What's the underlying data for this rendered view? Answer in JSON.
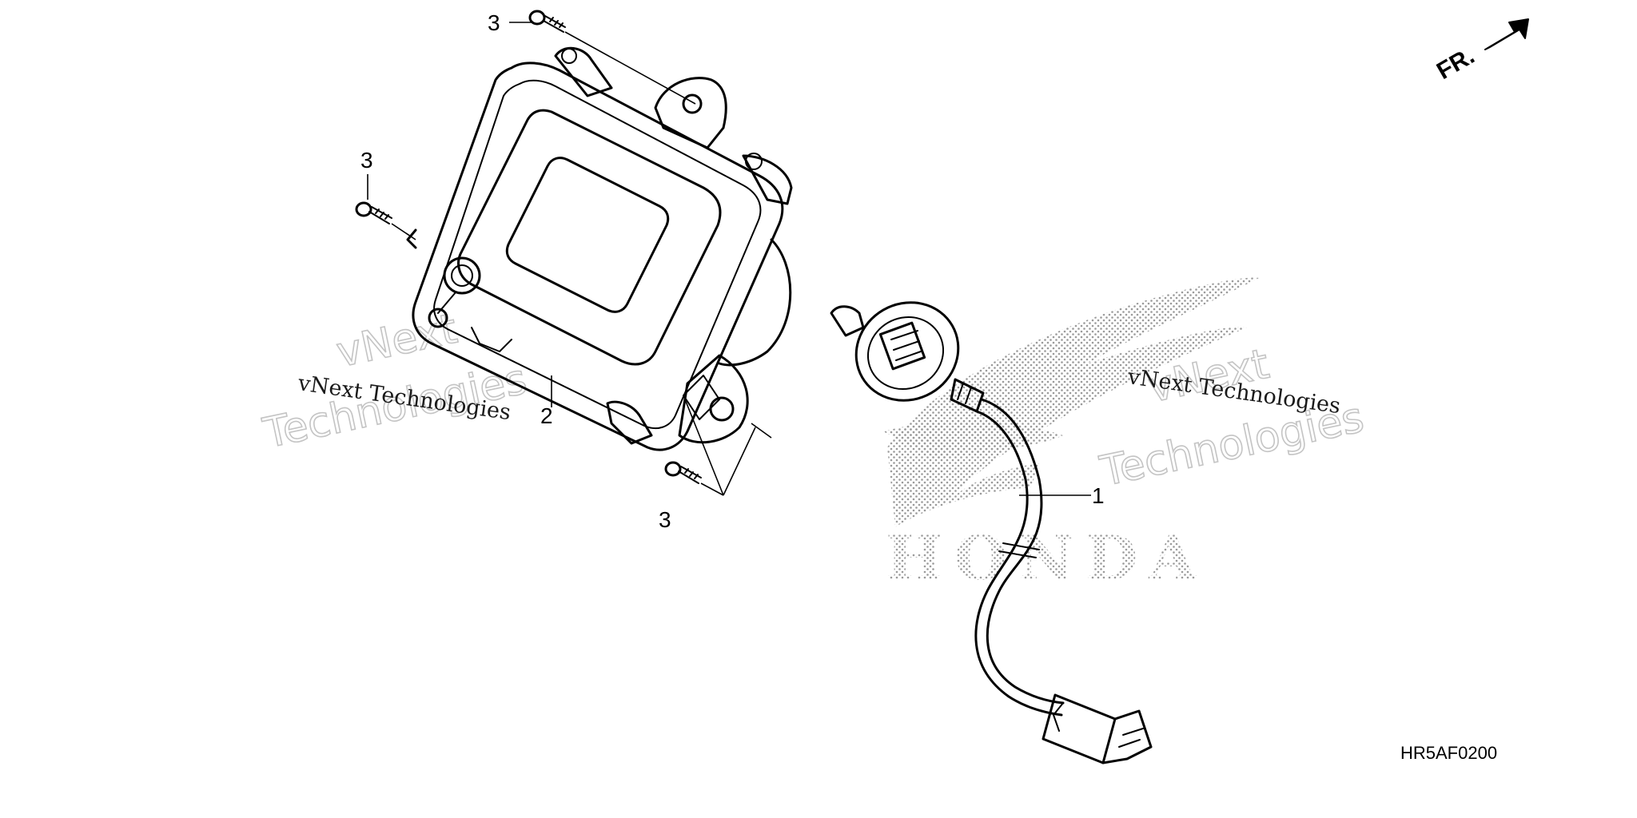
{
  "callouts": {
    "part_1": "1",
    "part_2": "2",
    "bolt_top": "3",
    "bolt_left": "3",
    "bolt_bottom": "3"
  },
  "direction": {
    "label": "FR."
  },
  "diagram_code": "HR5AF0200",
  "watermarks": {
    "left_serif": "vNext Technologies",
    "left_outline_line1": "vNext",
    "left_outline_line2": "Technologies",
    "right_serif": "vNext Technologies",
    "right_outline_line1": "vNext",
    "right_outline_line2": "Technologies"
  },
  "background_logo": {
    "text": "HONDA",
    "icon": "honda-wing-logo"
  },
  "colors": {
    "line": "#000000",
    "background": "#ffffff",
    "logo_dots": "#9a9a9a",
    "watermark_outline": "#c4c4c4"
  }
}
